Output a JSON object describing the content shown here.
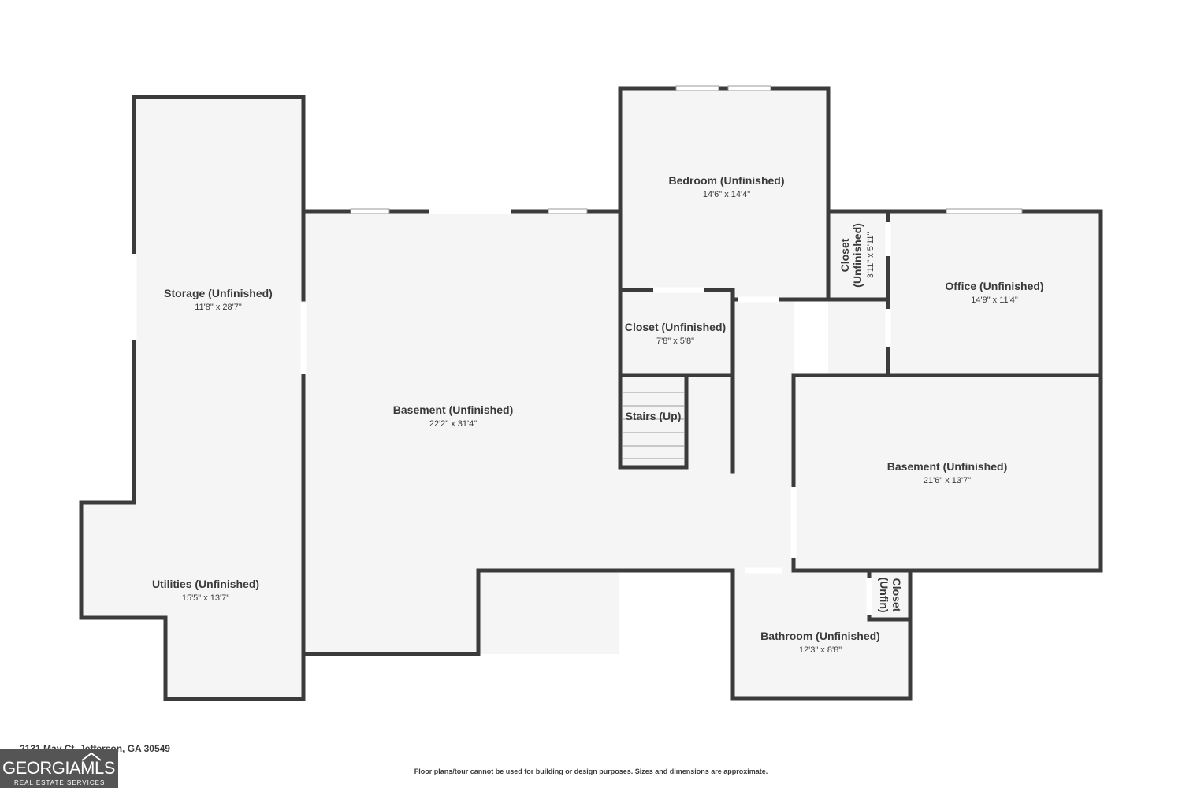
{
  "rooms": {
    "storage": {
      "name": "Storage (Unfinished)",
      "dim": "11'8\" x 28'7\""
    },
    "utilities": {
      "name": "Utilities (Unfinished)",
      "dim": "15'5\" x 13'7\""
    },
    "basement_main": {
      "name": "Basement (Unfinished)",
      "dim": "22'2\" x 31'4\""
    },
    "bedroom": {
      "name": "Bedroom (Unfinished)",
      "dim": "14'6\" x 14'4\""
    },
    "closet_mid": {
      "name": "Closet (Unfinished)",
      "dim": "7'8\" x 5'8\""
    },
    "stairs": {
      "name": "Stairs (Up)"
    },
    "closet_vert": {
      "name_line1": "Closet",
      "name_line2": "(Unfinished)",
      "dim": "3'11\" x 5'11\""
    },
    "office": {
      "name": "Office (Unfinished)",
      "dim": "14'9\" x 11'4\""
    },
    "basement_right": {
      "name": "Basement (Unfinished)",
      "dim": "21'6\" x 13'7\""
    },
    "closet_small": {
      "name_line1": "Closet",
      "name_line2": "(Unfin)"
    },
    "bathroom": {
      "name": "Bathroom (Unfinished)",
      "dim": "12'3\" x 8'8\""
    }
  },
  "footer": {
    "address": "2131 May Ct, Jefferson, GA 30549",
    "disclaimer": "Floor plans/tour cannot be used for building or design purposes. Sizes and dimensions are approximate."
  },
  "logo": {
    "main": "GEORGIAMLS",
    "sub": "REAL ESTATE SERVICES"
  },
  "colors": {
    "wall": "#3b3b3b",
    "floor": "#f5f5f5",
    "logo_bg": "#555555"
  }
}
